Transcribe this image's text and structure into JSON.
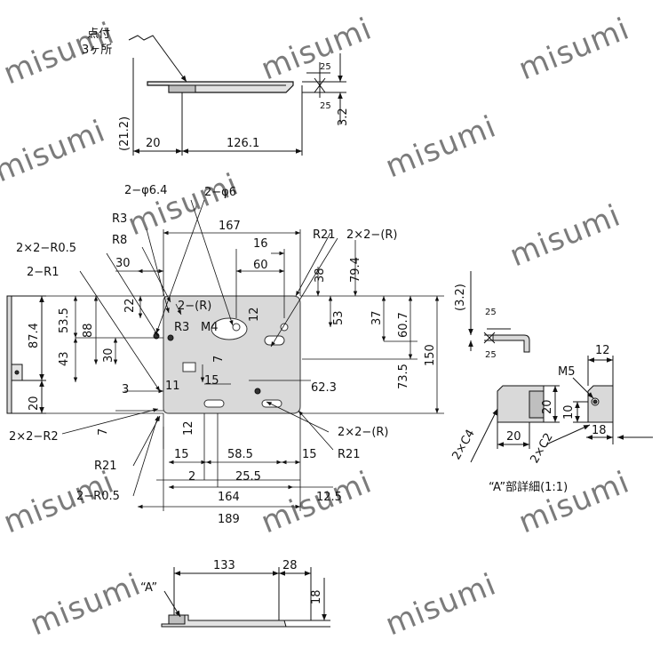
{
  "watermark": "misumi",
  "colors": {
    "line": "#111111",
    "plate_fill": "#d9d9d9",
    "plate_edge": "#555555",
    "watermark": "#cfcfcf"
  },
  "top_view": {
    "weld_note_line1": "点付",
    "weld_note_line2": "3ヶ所",
    "dims": {
      "height": "(21.2)",
      "offset": "20",
      "width": "126.1",
      "thick": "3.2",
      "tol_upper": "25",
      "tol_lower": "25"
    }
  },
  "plan_view": {
    "hole1": "2−φ6.4",
    "hole2": "2−φ6",
    "d167": "167",
    "d16": "16",
    "d60": "60",
    "r21_top": "R21",
    "r_2x2_top": "2×2−(R)",
    "d79_4": "79.4",
    "d38": "38",
    "r3": "R3",
    "r8": "R8",
    "r_2x2_r05": "2×2−R0.5",
    "r_2_r1": "2−R1",
    "d30_top": "30",
    "d22": "22",
    "r_2_r": "2−(R)",
    "d12_top": "12",
    "d53_right": "53",
    "d37": "37",
    "d60_7": "60.7",
    "d150": "150",
    "r3_b": "R3",
    "m4": "M4",
    "d53_5": "53.5",
    "d88": "88",
    "d30_left": "30",
    "d43": "43",
    "d7_a": "7",
    "d15_mid": "15",
    "d73_5": "73.5",
    "d62_3": "62.3",
    "d3": "3",
    "d11": "11",
    "r_2x2_r2": "2×2−R2",
    "d7_left": "7",
    "d12_bottom": "12",
    "r_2x2_bottom": "2×2−(R)",
    "r21_bottom_right": "R21",
    "r21_bottom_left": "R21",
    "d15_left": "15",
    "d58_5": "58.5",
    "d15_right": "15",
    "d2": "2",
    "d25_5": "25.5",
    "r_2_r05": "2−R0.5",
    "d164": "164",
    "d12_5": "12.5",
    "d189": "189"
  },
  "side_view": {
    "d87_4": "87.4",
    "d20": "20"
  },
  "bottom_view": {
    "label_a": "“A”",
    "d133": "133",
    "d28": "28",
    "d18": "18"
  },
  "detail_a": {
    "d3_2": "(3.2)",
    "tol_upper": "25",
    "tol_lower": "25",
    "d12": "12",
    "m5": "M5",
    "d20_v": "20",
    "d10": "10",
    "d20_h": "20",
    "d18": "18",
    "c4": "2×C4",
    "c2": "2×C2",
    "caption": "“A”部詳細(1:1)"
  }
}
